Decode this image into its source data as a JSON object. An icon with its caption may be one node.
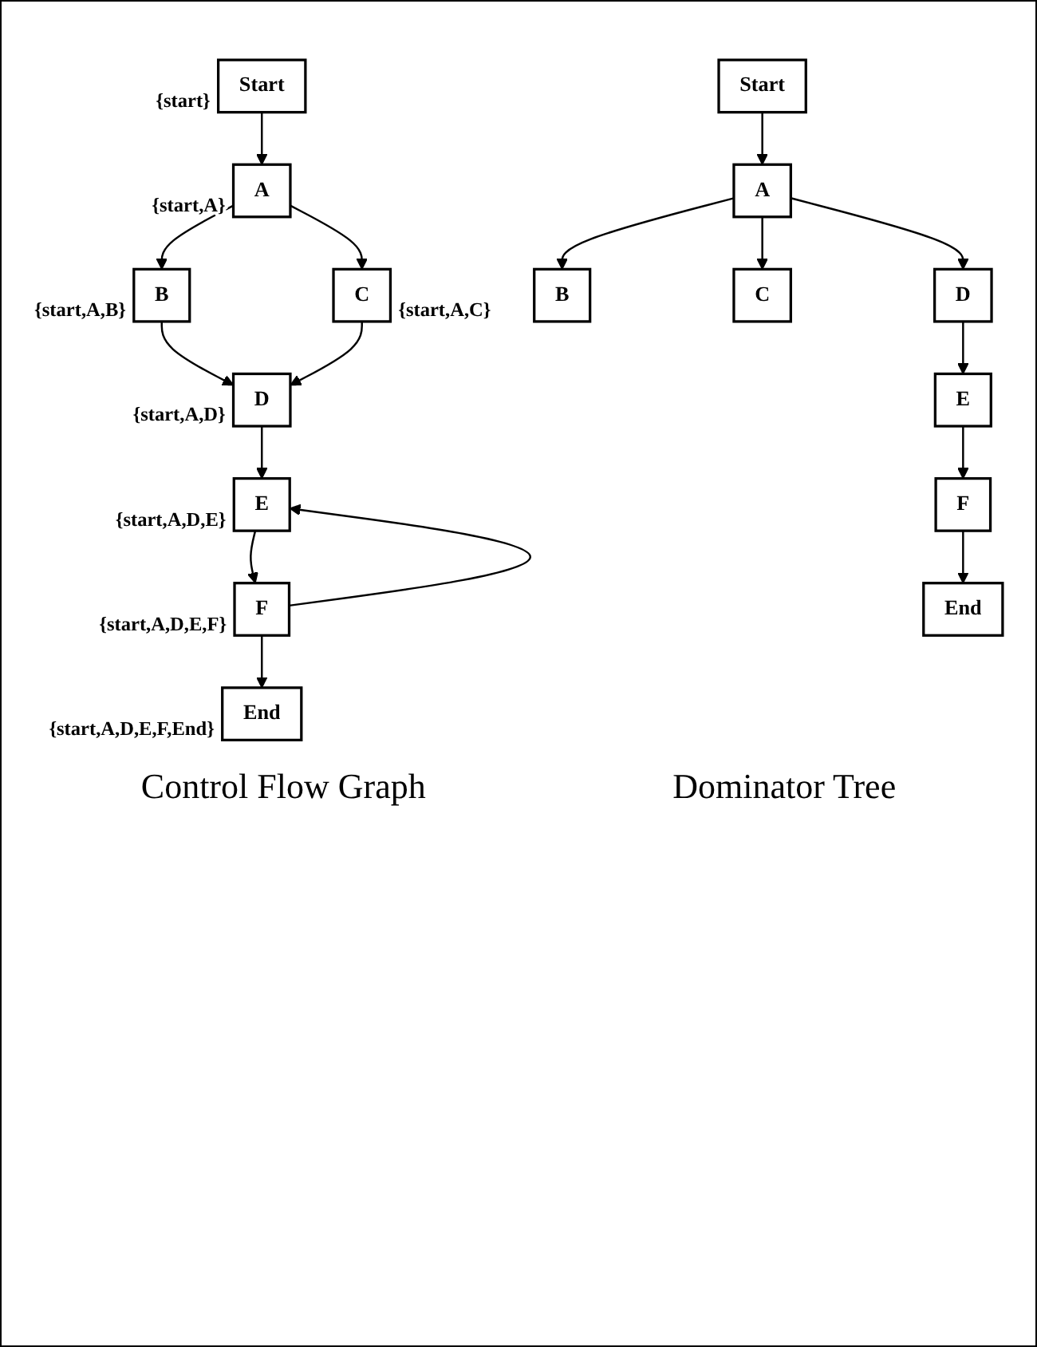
{
  "diagram": {
    "nodes": [
      {
        "text": [
          "Start"
        ],
        "beside": [
          "{start}"
        ]
      },
      {
        "text": [
          "A"
        ],
        "beside": [
          "{start,A}"
        ]
      },
      {
        "text": [
          "B"
        ],
        "beside": [
          "{start,A,B}"
        ]
      },
      {
        "text": [
          "C"
        ],
        "beside": [
          "{start,A,C}"
        ]
      },
      {
        "text": [
          "D"
        ],
        "beside": [
          "{start,A,D}"
        ]
      },
      {
        "text": [
          "E"
        ],
        "beside": [
          "{start,A,D,E}"
        ]
      },
      {
        "text": [
          "F"
        ],
        "beside": [
          "{start,A,D,E,F}"
        ]
      },
      {
        "text": [
          "End"
        ],
        "beside": [
          "{start,A,D,E,F,End}"
        ]
      },
      {
        "text": [
          "Start"
        ]
      },
      {
        "text": [
          "A"
        ]
      },
      {
        "text": [
          "B"
        ]
      },
      {
        "text": [
          "C"
        ]
      },
      {
        "text": [
          "D"
        ]
      },
      {
        "text": [
          "E"
        ]
      },
      {
        "text": [
          "F"
        ]
      },
      {
        "text": [
          "End"
        ]
      }
    ],
    "edges": [
      {
        "from": 0,
        "to": 1,
        "arrow": "to"
      },
      {
        "from": 1,
        "to": 2,
        "arrow": "to"
      },
      {
        "from": 1,
        "to": 3,
        "arrow": "to"
      },
      {
        "from": 2,
        "to": 4,
        "arrow": "to"
      },
      {
        "from": 3,
        "to": 4,
        "arrow": "to"
      },
      {
        "from": 4,
        "to": 5,
        "arrow": "to"
      },
      {
        "from": 5,
        "to": 6,
        "arrow": "to"
      },
      {
        "from": 6,
        "to": 5,
        "arrow": "to"
      },
      {
        "from": 6,
        "to": 7,
        "arrow": "to"
      },
      {
        "from": 8,
        "to": 9,
        "arrow": "to"
      },
      {
        "from": 9,
        "to": 10,
        "arrow": "to"
      },
      {
        "from": 9,
        "to": 11,
        "arrow": "to"
      },
      {
        "from": 9,
        "to": 12,
        "arrow": "to"
      },
      {
        "from": 12,
        "to": 13,
        "arrow": "to"
      },
      {
        "from": 13,
        "to": 14,
        "arrow": "to"
      },
      {
        "from": 14,
        "to": 15,
        "arrow": "to"
      }
    ],
    "labels": [
      "Control Flow Graph",
      "Dominator Tree"
    ]
  }
}
